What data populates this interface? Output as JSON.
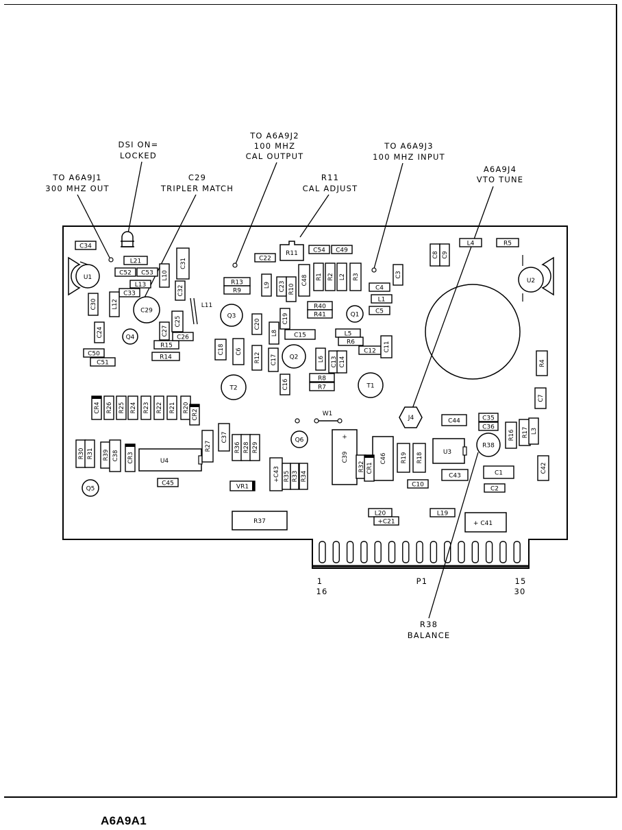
{
  "figure": {
    "board_label": "A6A9A1",
    "callouts": {
      "ds1": [
        "DSI ON=",
        "LOCKED"
      ],
      "j1": [
        "TO A6A9J1",
        "300 MHZ OUT"
      ],
      "c29": [
        "C29",
        "TRIPLER MATCH"
      ],
      "j2": [
        "TO A6A9J2",
        "100 MHZ",
        "CAL OUTPUT"
      ],
      "r11": [
        "R11",
        "CAL ADJUST"
      ],
      "j3": [
        "TO A6A9J3",
        "100 MHZ INPUT"
      ],
      "j4": [
        "A6A9J4",
        "VTO TUNE"
      ],
      "r38": [
        "R38",
        "BALANCE"
      ]
    },
    "connector": {
      "name": "P1",
      "pin_left_top": "1",
      "pin_left_bottom": "16",
      "pin_right_top": "15",
      "pin_right_bottom": "30"
    },
    "components": {
      "C34": "C34",
      "L21": "L21",
      "C52": "C52",
      "C53": "C53",
      "L13": "L13",
      "C33": "C33",
      "L10": "L10",
      "C31": "C31",
      "C32": "C32",
      "C30": "C30",
      "L12": "L12",
      "L11": "L11",
      "C25": "C25",
      "C27": "C27",
      "C26": "C26",
      "R15": "R15",
      "R14": "R14",
      "C24": "C24",
      "C50": "C50",
      "C51": "C51",
      "C22": "C22",
      "R11": "R11",
      "C54": "C54",
      "C49": "C49",
      "R13": "R13",
      "R9": "R9",
      "L9": "L9",
      "C23": "C23",
      "R10": "R10",
      "C48": "C48",
      "R1": "R1",
      "R2": "R2",
      "L2": "L2",
      "R3": "R3",
      "R40": "R40",
      "R41": "R41",
      "C20": "C20",
      "L8": "L8",
      "C19": "C19",
      "C15": "C15",
      "C18": "C18",
      "C6": "C6",
      "R12": "R12",
      "C17": "C17",
      "L6": "L6",
      "C13": "C13",
      "C14": "C14",
      "L5": "L5",
      "R6": "R6",
      "C12": "C12",
      "C11": "C11",
      "C16": "C16",
      "R8": "R8",
      "R7": "R7",
      "C4": "C4",
      "C3": "C3",
      "L1": "L1",
      "C5": "C5",
      "C8": "C8",
      "C9": "C9",
      "L4": "L4",
      "R5": "R5",
      "R4": "R4",
      "C7": "C7",
      "CR4": "CR4",
      "R26": "R26",
      "R25": "R25",
      "R24": "R24",
      "R23": "R23",
      "R22": "R22",
      "R21": "R21",
      "R20": "R20",
      "CR2": "CR2",
      "R27": "R27",
      "C37": "C37",
      "R36": "R36",
      "R28": "R28",
      "R29": "R29",
      "W1": "W1",
      "C44": "C44",
      "C35": "C35",
      "C36": "C36",
      "R16": "R16",
      "R17": "R17",
      "L3": "L3",
      "R30": "R30",
      "R31": "R31",
      "R39": "R39",
      "C38": "C38",
      "CR3": "CR3",
      "U4": "U4",
      "C45": "C45",
      "VR1": "VR1",
      "C43a": "+C43",
      "R35": "R35",
      "R33": "R33",
      "R34": "R34",
      "C39": "C39",
      "R32": "R32",
      "CR1": "CR1",
      "C46": "C46",
      "R19": "R19",
      "R18": "R18",
      "U3": "U3",
      "R38": "R38",
      "C43": "C43",
      "C1": "C1",
      "C2": "C2",
      "C42": "C42",
      "C10": "C10",
      "R37": "R37",
      "L20": "L20",
      "C21": "+C21",
      "L19": "L19",
      "C41": "+ C41",
      "U1": "U1",
      "U2": "U2",
      "C29": "C29",
      "Q3": "Q3",
      "Q1": "Q1",
      "Q4": "Q4",
      "Q2": "Q2",
      "T2": "T2",
      "T1": "T1",
      "J4": "J4",
      "Q6": "Q6",
      "Q5": "Q5"
    }
  }
}
